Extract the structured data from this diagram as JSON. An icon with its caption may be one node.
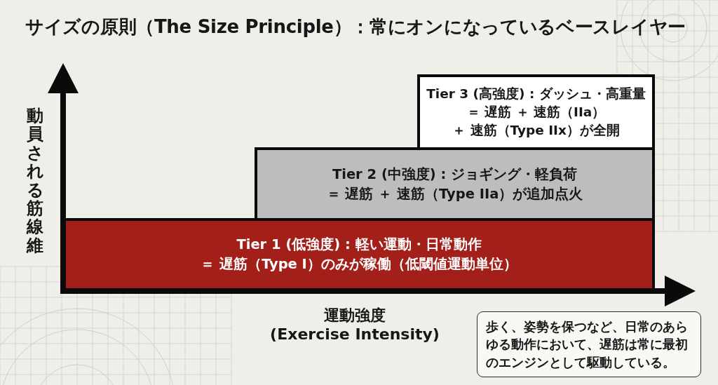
{
  "diagram": {
    "title": "サイズの原則（The Size Principle）：常にオンになっているベースレイヤー",
    "nodes": [
      {
        "text": [
          "Tier 1 (低強度) : 軽い運動・日常動作",
          "＝ 遅筋（Type I）のみが稼働（低閾値運動単位）"
        ]
      },
      {
        "text": [
          "Tier 2 (中強度) : ジョギング・軽負荷",
          "＝ 遅筋 ＋ 速筋（Type IIa）が追加点火"
        ]
      },
      {
        "text": [
          "Tier 3 (高強度) : ダッシュ・高重量",
          "＝ 遅筋 ＋ 速筋（IIa）",
          "＋ 速筋（Type IIx）が全開"
        ]
      },
      {
        "text": [
          "歩く、姿勢を保つなど、日常のあらゆる動作において、遅筋は常に最初のエンジンとして駆動している。"
        ]
      }
    ],
    "labels": [
      "動員される筋線維",
      "運動強度",
      "(Exercise Intensity)"
    ]
  }
}
